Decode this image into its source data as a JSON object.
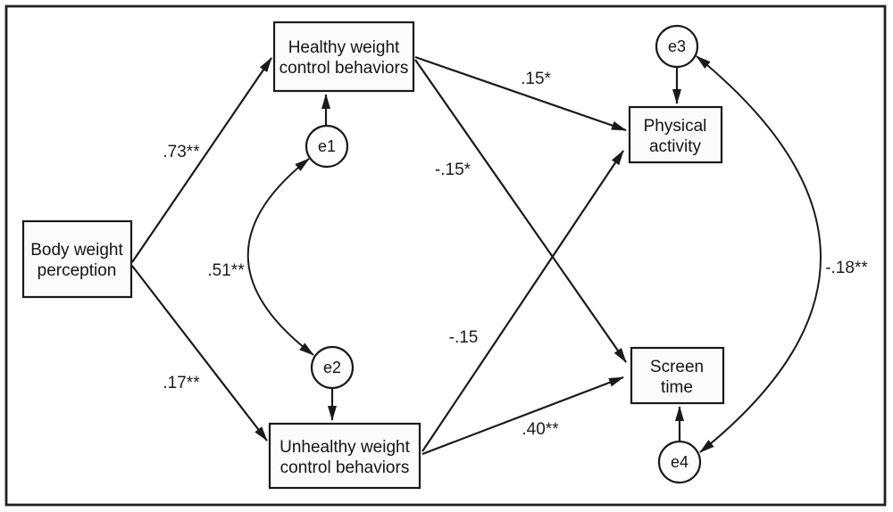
{
  "diagram": {
    "nodes": {
      "body_weight_perception": {
        "line1": "Body weight",
        "line2": "perception"
      },
      "healthy_wcb": {
        "line1": "Healthy weight",
        "line2": "control behaviors"
      },
      "unhealthy_wcb": {
        "line1": "Unhealthy weight",
        "line2": "control behaviors"
      },
      "physical_activity": {
        "line1": "Physical",
        "line2": "activity"
      },
      "screen_time": {
        "line1": "Screen",
        "line2": "time"
      },
      "e1": {
        "label": "e1"
      },
      "e2": {
        "label": "e2"
      },
      "e3": {
        "label": "e3"
      },
      "e4": {
        "label": "e4"
      }
    },
    "coefficients": {
      "bwp_to_healthy": ".73**",
      "bwp_to_unhealthy": ".17**",
      "e1_e2_covariance": ".51**",
      "healthy_to_pa": ".15*",
      "healthy_to_st": "-.15*",
      "unhealthy_to_pa": "-.15",
      "unhealthy_to_st": ".40**",
      "e3_e4_covariance": "-.18**"
    },
    "colors": {
      "line": "#1a1a1a",
      "box_fill": "#fbfbfb",
      "background": "#ffffff"
    }
  }
}
